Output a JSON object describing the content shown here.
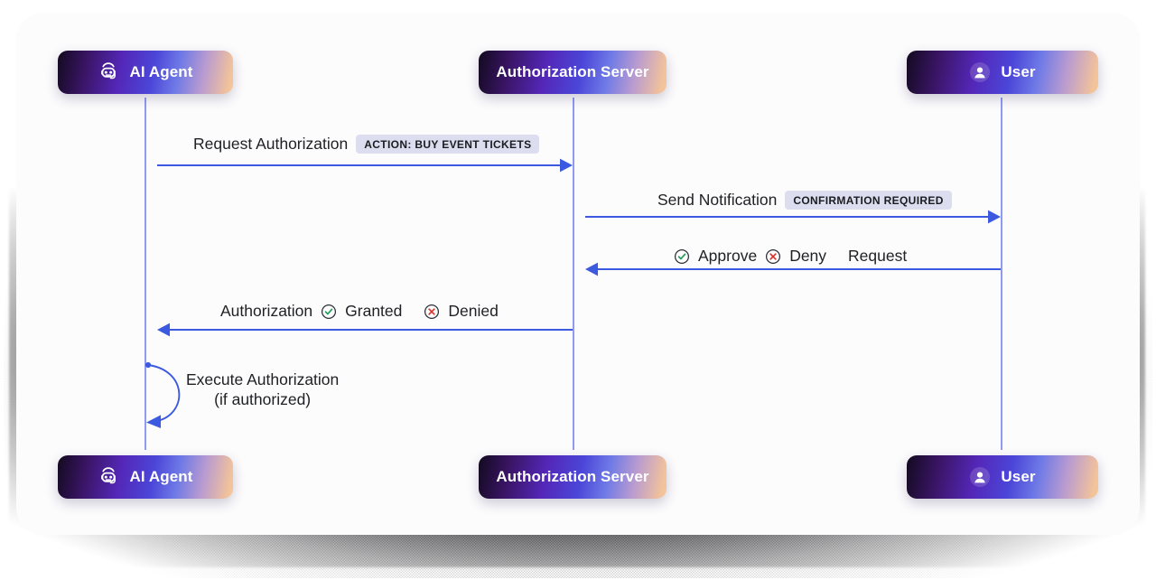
{
  "diagram": {
    "type": "sequence-diagram",
    "colors": {
      "arrow": "#3b5ae0",
      "lifeline": "#8f9bf0",
      "badge_bg": "#dcdef0",
      "card_bg": "#fcfcfd",
      "approve_green": "#1e9e5a",
      "deny_red": "#d8342c"
    },
    "actors": [
      {
        "id": "ai-agent",
        "label": "AI Agent",
        "icon": "robot-head-icon"
      },
      {
        "id": "auth-server",
        "label": "Authorization Server",
        "icon": "none"
      },
      {
        "id": "user",
        "label": "User",
        "icon": "person-avatar-icon"
      }
    ],
    "messages": [
      {
        "id": "request-authorization",
        "from": "ai-agent",
        "to": "auth-server",
        "direction": "right",
        "label": "Request Authorization",
        "badge": "ACTION: BUY EVENT TICKETS"
      },
      {
        "id": "send-notification",
        "from": "auth-server",
        "to": "user",
        "direction": "right",
        "label": "Send Notification",
        "badge": "CONFIRMATION REQUIRED"
      },
      {
        "id": "approve-deny-request",
        "from": "user",
        "to": "auth-server",
        "direction": "left",
        "label_approve": "Approve",
        "label_deny": "Deny",
        "label_tail": "Request"
      },
      {
        "id": "authorization-granted-denied",
        "from": "auth-server",
        "to": "ai-agent",
        "direction": "left",
        "label_head": "Authorization",
        "label_granted": "Granted",
        "label_denied": "Denied"
      },
      {
        "id": "execute-authorization",
        "from": "ai-agent",
        "to": "ai-agent",
        "direction": "self",
        "label_line1": "Execute Authorization",
        "label_line2": "(if authorized)"
      }
    ]
  }
}
